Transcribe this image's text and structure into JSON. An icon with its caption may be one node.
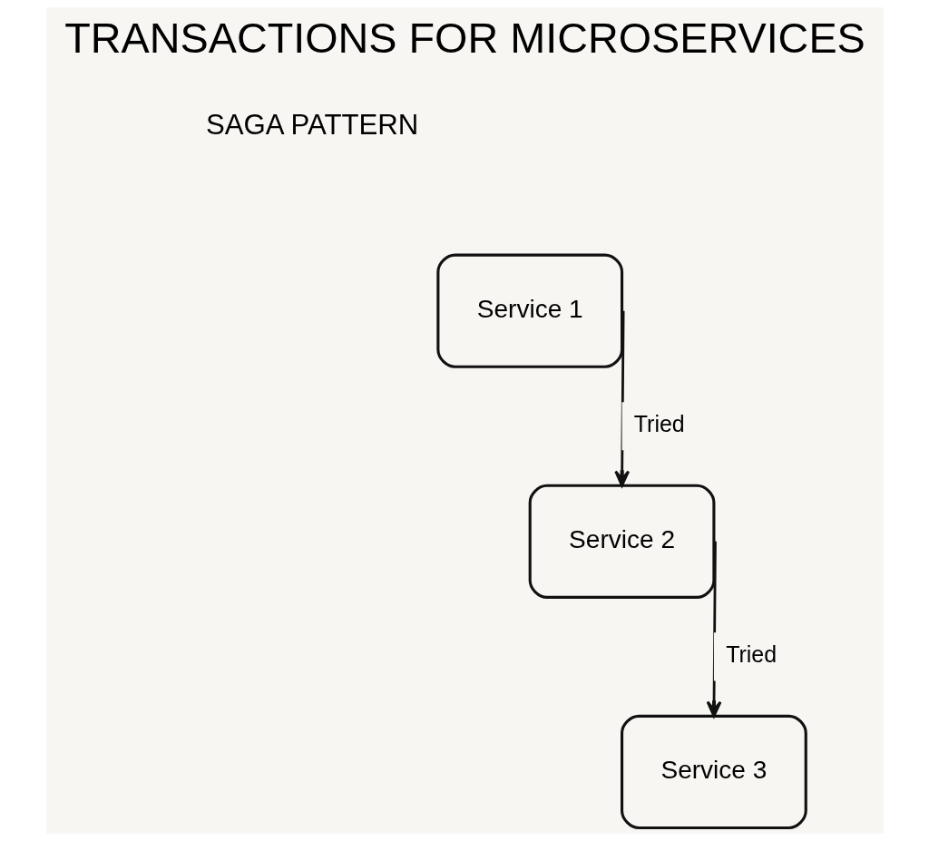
{
  "diagram": {
    "title": "TRANSACTIONS FOR MICROSERVICES",
    "nodes": [
      {
        "text": [
          "Service 1"
        ]
      },
      {
        "text": [
          "Service 2"
        ]
      },
      {
        "text": [
          "Service 3"
        ]
      }
    ],
    "edges": [
      {
        "from": 0,
        "to": 1,
        "arrow": "to",
        "label": "Tried"
      },
      {
        "from": 1,
        "to": 2,
        "arrow": "to",
        "label": "Tried"
      }
    ],
    "labels": [
      "SAGA PATTERN"
    ]
  }
}
